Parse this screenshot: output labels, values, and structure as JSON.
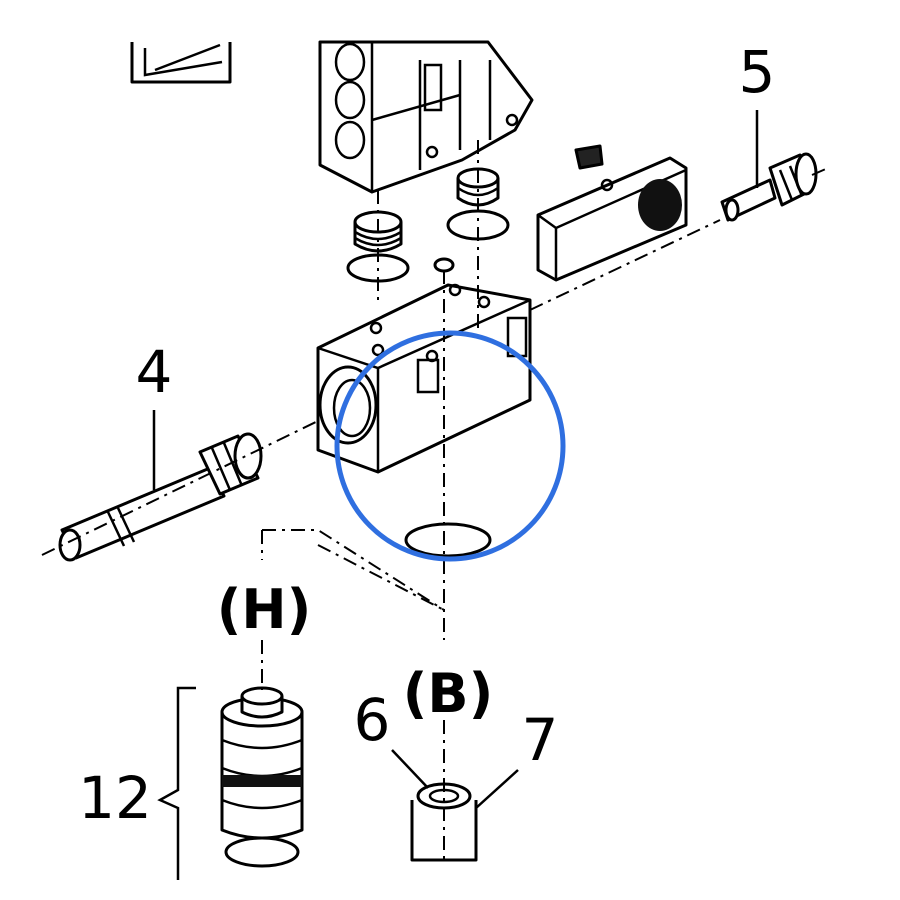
{
  "callouts": {
    "c4": "4",
    "c5": "5",
    "c6": "6",
    "c7": "7",
    "c12": "12",
    "cH": "(H)",
    "cB": "(B)"
  },
  "highlight": {
    "shape": "circle",
    "color": "#2f6fe0"
  },
  "colors": {
    "line": "#000000",
    "fill": "#ffffff"
  }
}
